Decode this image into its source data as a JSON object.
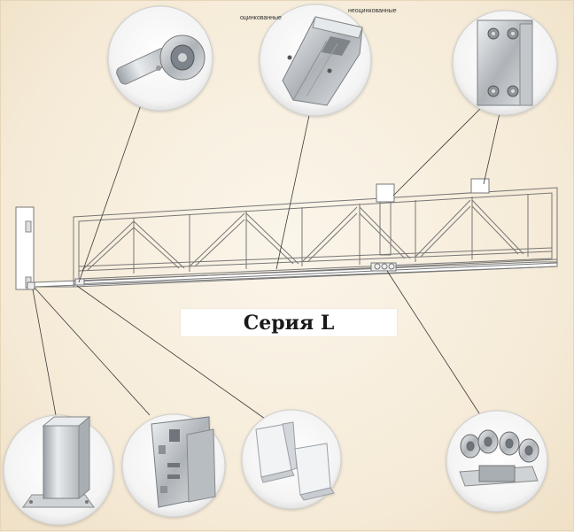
{
  "series_label": "Серия L",
  "callouts": {
    "galvanized": "оцинкованные",
    "non_galvanized": "неоцинкованные"
  },
  "colors": {
    "background": "#f6ecd9",
    "frame": "#8a8a8a",
    "leader": "#444444",
    "metal": "#c9ccd0"
  },
  "components": [
    {
      "id": "end-roller",
      "icon": "end-roller-icon"
    },
    {
      "id": "guide-profile",
      "icon": "guide-profile-icon"
    },
    {
      "id": "top-bracket",
      "icon": "top-roller-bracket-icon"
    },
    {
      "id": "post",
      "icon": "support-post-icon"
    },
    {
      "id": "catcher",
      "icon": "end-catcher-icon"
    },
    {
      "id": "bottom-catcher",
      "icon": "bottom-catcher-icon"
    },
    {
      "id": "roller-carriage",
      "icon": "roller-carriage-icon"
    }
  ]
}
